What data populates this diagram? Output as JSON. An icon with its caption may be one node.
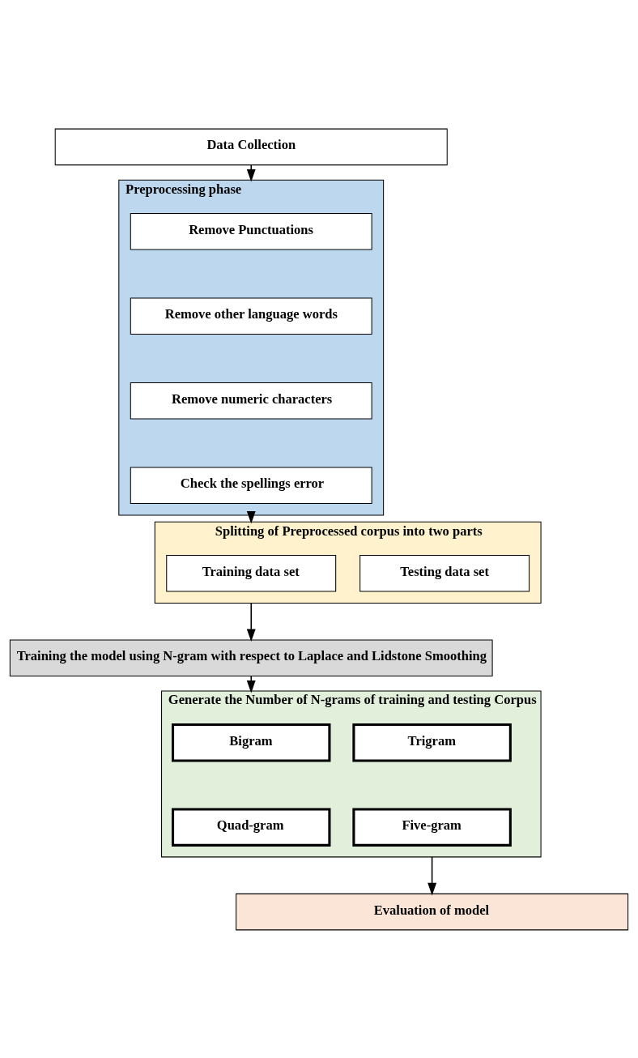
{
  "diagram": {
    "nodes": [
      {
        "text": [
          "Data Collection"
        ]
      },
      {
        "text": [
          "Preprocessing phase"
        ]
      },
      {
        "text": [
          "Remove Punctuations"
        ],
        "in": 1
      },
      {
        "text": [
          "Remove other language words"
        ],
        "in": 1
      },
      {
        "text": [
          "Remove numeric characters"
        ],
        "in": 1
      },
      {
        "text": [
          "Check the spellings error"
        ],
        "in": 1
      },
      {
        "text": [
          "Splitting of Preprocessed corpus into two parts"
        ]
      },
      {
        "text": [
          "Training data set"
        ],
        "in": 6
      },
      {
        "text": [
          "Testing data set"
        ],
        "in": 6
      },
      {
        "text": [
          "Training the model using N-gram with respect to Laplace and Lidstone Smoothing"
        ]
      },
      {
        "text": [
          "Generate the Number of N-grams of training and testing Corpus"
        ]
      },
      {
        "text": [
          "Bigram"
        ],
        "in": 10
      },
      {
        "text": [
          "Trigram"
        ],
        "in": 10
      },
      {
        "text": [
          "Quad-gram"
        ],
        "in": 10
      },
      {
        "text": [
          "Five-gram"
        ],
        "in": 10
      },
      {
        "text": [
          "Evaluation of model"
        ]
      }
    ],
    "edges": [
      {
        "from": 0,
        "to": 1,
        "arrow": "to"
      },
      {
        "from": 1,
        "to": 6,
        "arrow": "to"
      },
      {
        "from": 6,
        "to": 9,
        "arrow": "to"
      },
      {
        "from": 9,
        "to": 10,
        "arrow": "to"
      },
      {
        "from": 10,
        "to": 15,
        "arrow": "to"
      }
    ]
  }
}
